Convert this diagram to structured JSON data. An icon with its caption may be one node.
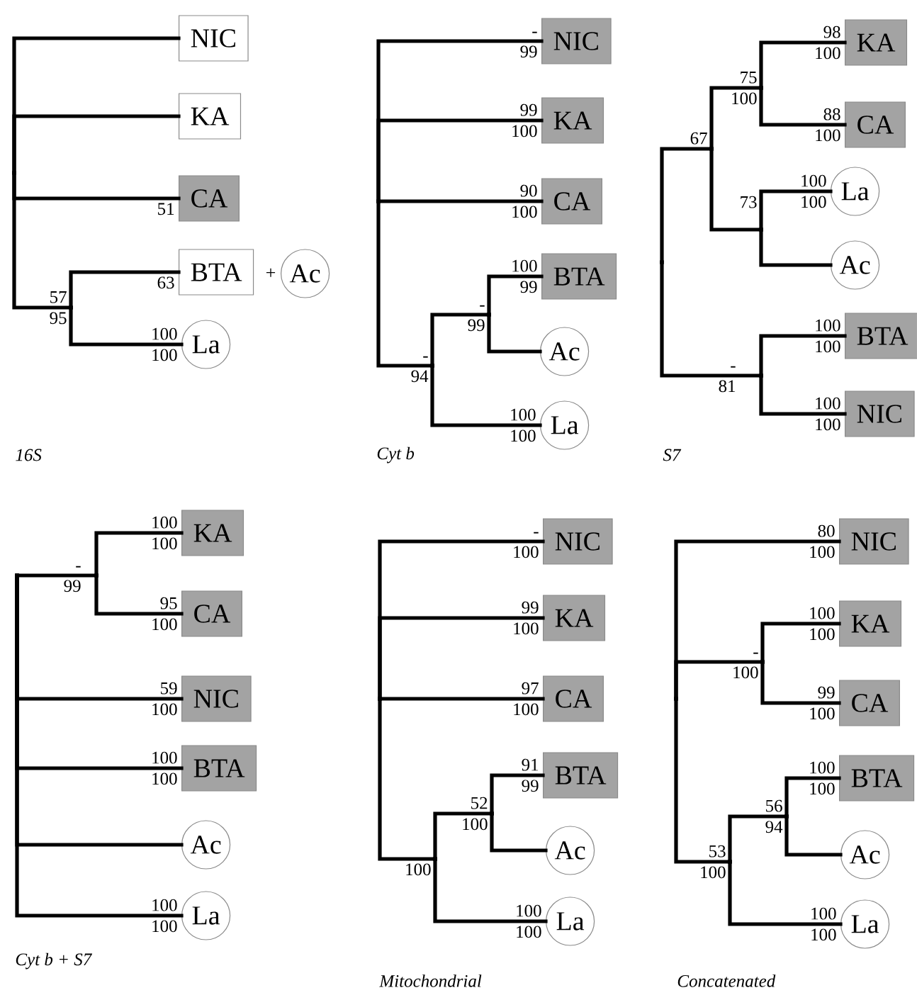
{
  "diagram": {
    "nodes": [
      {
        "text": [
          "NIC"
        ]
      },
      {
        "text": [
          "KA"
        ]
      },
      {
        "text": [
          "CA"
        ]
      },
      {
        "text": [
          "BTA"
        ]
      },
      {
        "text": [
          "Ac"
        ]
      },
      {
        "text": [
          "La"
        ]
      },
      {
        "text": [],
        "shape": "point"
      },
      {
        "text": [],
        "shape": "point"
      },
      {
        "text": [
          "NIC"
        ]
      },
      {
        "text": [
          "KA"
        ]
      },
      {
        "text": [
          "CA"
        ]
      },
      {
        "text": [
          "BTA"
        ]
      },
      {
        "text": [
          "Ac"
        ]
      },
      {
        "text": [
          "La"
        ]
      },
      {
        "text": [],
        "shape": "point"
      },
      {
        "text": [],
        "shape": "point"
      },
      {
        "text": [],
        "shape": "point"
      },
      {
        "text": [
          "KA"
        ]
      },
      {
        "text": [
          "CA"
        ]
      },
      {
        "text": [
          "La"
        ]
      },
      {
        "text": [
          "Ac"
        ]
      },
      {
        "text": [
          "BTA"
        ]
      },
      {
        "text": [
          "NIC"
        ]
      },
      {
        "text": [],
        "shape": "point"
      },
      {
        "text": [],
        "shape": "point"
      },
      {
        "text": [],
        "shape": "point"
      },
      {
        "text": [],
        "shape": "point"
      },
      {
        "text": [],
        "shape": "point"
      },
      {
        "text": [
          "KA"
        ]
      },
      {
        "text": [
          "CA"
        ]
      },
      {
        "text": [
          "NIC"
        ]
      },
      {
        "text": [
          "BTA"
        ]
      },
      {
        "text": [
          "Ac"
        ]
      },
      {
        "text": [
          "La"
        ]
      },
      {
        "text": [],
        "shape": "point"
      },
      {
        "text": [],
        "shape": "point"
      },
      {
        "text": [
          "NIC"
        ]
      },
      {
        "text": [
          "KA"
        ]
      },
      {
        "text": [
          "CA"
        ]
      },
      {
        "text": [
          "BTA"
        ]
      },
      {
        "text": [
          "Ac"
        ]
      },
      {
        "text": [
          "La"
        ]
      },
      {
        "text": [],
        "shape": "point"
      },
      {
        "text": [],
        "shape": "point"
      },
      {
        "text": [],
        "shape": "point"
      },
      {
        "text": [
          "NIC"
        ]
      },
      {
        "text": [
          "KA"
        ]
      },
      {
        "text": [
          "CA"
        ]
      },
      {
        "text": [
          "BTA"
        ]
      },
      {
        "text": [
          "Ac"
        ]
      },
      {
        "text": [
          "La"
        ]
      },
      {
        "text": [],
        "shape": "point"
      },
      {
        "text": [],
        "shape": "point"
      },
      {
        "text": [],
        "shape": "point"
      },
      {
        "text": [],
        "shape": "point"
      }
    ],
    "edges": [
      {
        "from": 6,
        "to": 0,
        "arrow": "none"
      },
      {
        "from": 6,
        "to": 1,
        "arrow": "none"
      },
      {
        "from": 6,
        "to": 2,
        "arrow": "none"
      },
      {
        "from": 6,
        "to": 7,
        "arrow": "none"
      },
      {
        "from": 7,
        "to": 3,
        "arrow": "none"
      },
      {
        "from": 7,
        "to": 5,
        "arrow": "none"
      },
      {
        "from": 14,
        "to": 8,
        "arrow": "none"
      },
      {
        "from": 14,
        "to": 9,
        "arrow": "none"
      },
      {
        "from": 14,
        "to": 10,
        "arrow": "none"
      },
      {
        "from": 14,
        "to": 15,
        "arrow": "none"
      },
      {
        "from": 15,
        "to": 16,
        "arrow": "none"
      },
      {
        "from": 16,
        "to": 11,
        "arrow": "none"
      },
      {
        "from": 16,
        "to": 12,
        "arrow": "none"
      },
      {
        "from": 15,
        "to": 13,
        "arrow": "none"
      },
      {
        "from": 23,
        "to": 24,
        "arrow": "none"
      },
      {
        "from": 24,
        "to": 25,
        "arrow": "none"
      },
      {
        "from": 25,
        "to": 17,
        "arrow": "none"
      },
      {
        "from": 25,
        "to": 18,
        "arrow": "none"
      },
      {
        "from": 24,
        "to": 26,
        "arrow": "none"
      },
      {
        "from": 26,
        "to": 19,
        "arrow": "none"
      },
      {
        "from": 26,
        "to": 20,
        "arrow": "none"
      },
      {
        "from": 23,
        "to": 27,
        "arrow": "none"
      },
      {
        "from": 27,
        "to": 21,
        "arrow": "none"
      },
      {
        "from": 27,
        "to": 22,
        "arrow": "none"
      },
      {
        "from": 34,
        "to": 35,
        "arrow": "none"
      },
      {
        "from": 35,
        "to": 28,
        "arrow": "none"
      },
      {
        "from": 35,
        "to": 29,
        "arrow": "none"
      },
      {
        "from": 34,
        "to": 30,
        "arrow": "none"
      },
      {
        "from": 34,
        "to": 31,
        "arrow": "none"
      },
      {
        "from": 34,
        "to": 32,
        "arrow": "none"
      },
      {
        "from": 34,
        "to": 33,
        "arrow": "none"
      },
      {
        "from": 42,
        "to": 36,
        "arrow": "none"
      },
      {
        "from": 42,
        "to": 37,
        "arrow": "none"
      },
      {
        "from": 42,
        "to": 38,
        "arrow": "none"
      },
      {
        "from": 42,
        "to": 43,
        "arrow": "none"
      },
      {
        "from": 43,
        "to": 44,
        "arrow": "none"
      },
      {
        "from": 44,
        "to": 39,
        "arrow": "none"
      },
      {
        "from": 44,
        "to": 40,
        "arrow": "none"
      },
      {
        "from": 43,
        "to": 41,
        "arrow": "none"
      },
      {
        "from": 51,
        "to": 45,
        "arrow": "none"
      },
      {
        "from": 51,
        "to": 52,
        "arrow": "none"
      },
      {
        "from": 52,
        "to": 46,
        "arrow": "none"
      },
      {
        "from": 52,
        "to": 47,
        "arrow": "none"
      },
      {
        "from": 51,
        "to": 53,
        "arrow": "none"
      },
      {
        "from": 53,
        "to": 54,
        "arrow": "none"
      },
      {
        "from": 54,
        "to": 48,
        "arrow": "none"
      },
      {
        "from": 54,
        "to": 49,
        "arrow": "none"
      },
      {
        "from": 53,
        "to": 50,
        "arrow": "none"
      }
    ],
    "labels": [
      "51",
      "57",
      "95",
      "63",
      "+",
      "100",
      "100",
      "16S",
      "-",
      "99",
      "99",
      "100",
      "90",
      "100",
      "100",
      "99",
      "-",
      "99",
      "-",
      "94",
      "100",
      "100",
      "Cyt b",
      "98",
      "100",
      "75",
      "100",
      "88",
      "100",
      "67",
      "100",
      "100",
      "73",
      "-",
      "81",
      "100",
      "100",
      "100",
      "100",
      "S7",
      "100",
      "100",
      "-",
      "99",
      "95",
      "100",
      "59",
      "100",
      "100",
      "100",
      "100",
      "100",
      "Cyt b + S7",
      "-",
      "100",
      "99",
      "100",
      "97",
      "100",
      "91",
      "99",
      "52",
      "100",
      "100",
      "100",
      "100",
      "Mitochondrial",
      "80",
      "100",
      "100",
      "100",
      "-",
      "100",
      "99",
      "100",
      "100",
      "100",
      "56",
      "94",
      "53",
      "100",
      "100",
      "100",
      "Concatenated"
    ]
  }
}
